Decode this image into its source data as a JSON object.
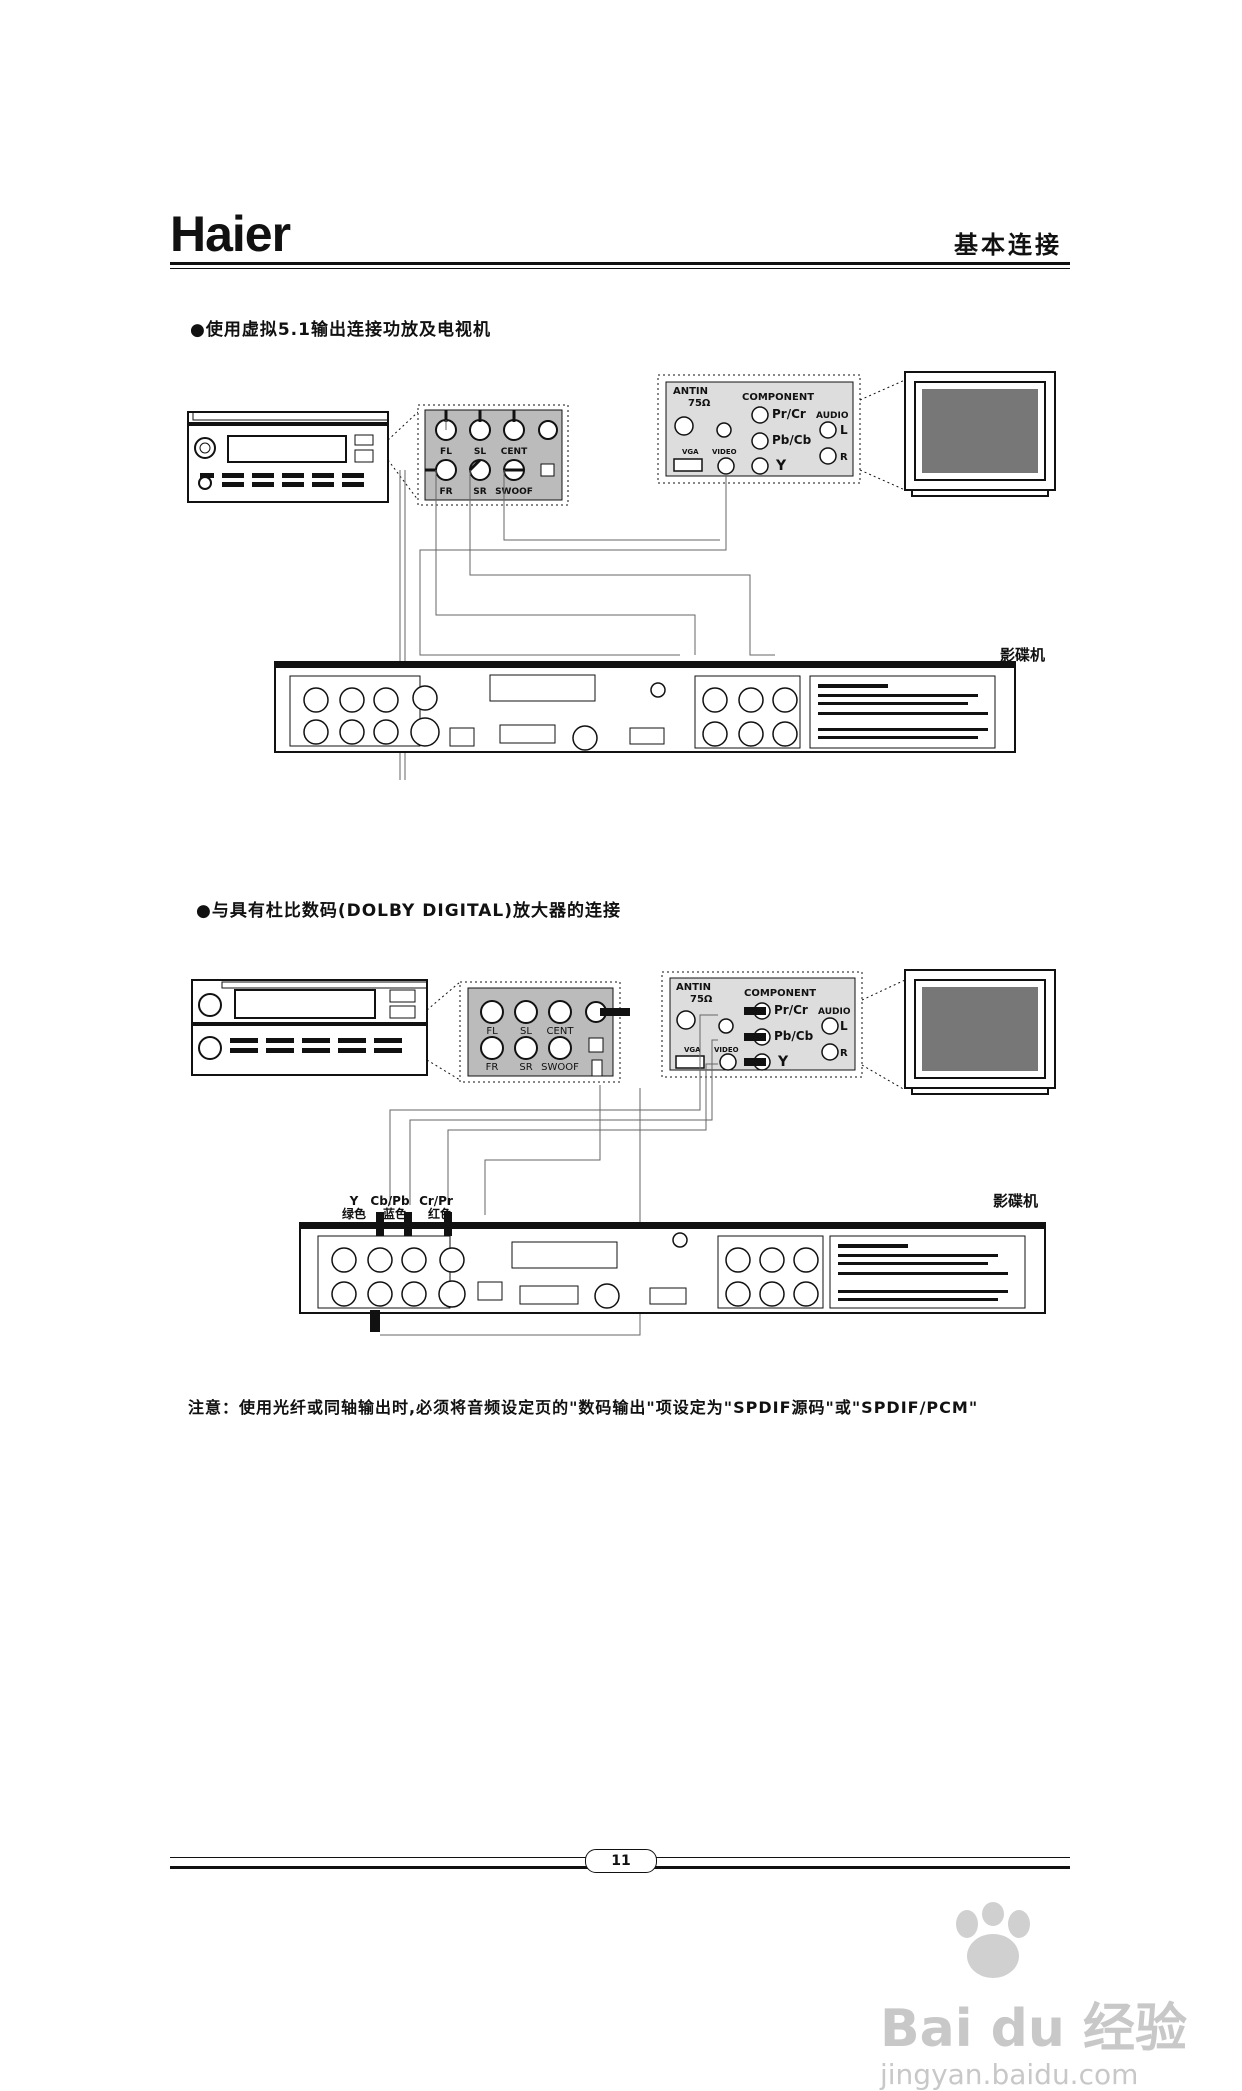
{
  "header": {
    "brand": "Haier",
    "section_title": "基本连接"
  },
  "section1": {
    "heading": "●使用虚拟5.1输出连接功放及电视机",
    "device_label": "影碟机",
    "amp_jacks": [
      "FL",
      "SL",
      "CENT",
      "FR",
      "SR",
      "SWOOF"
    ],
    "tv_panel": {
      "antin": "ANTIN",
      "ohm": "75Ω",
      "component": "COMPONENT",
      "pr": "Pr/Cr",
      "pb": "Pb/Cb",
      "y": "Y",
      "audio": "AUDIO",
      "l": "L",
      "r": "R",
      "video": "VIDEO",
      "vga": "VGA"
    }
  },
  "section2": {
    "heading": "●与具有杜比数码(DOLBY DIGITAL)放大器的连接",
    "device_label": "影碟机",
    "amp_jacks": [
      "FL",
      "SL",
      "CENT",
      "FR",
      "SR",
      "SWOOF"
    ],
    "component_labels": [
      {
        "code": "Y",
        "color": "绿色"
      },
      {
        "code": "Cb/Pb",
        "color": "蓝色"
      },
      {
        "code": "Cr/Pr",
        "color": "红色"
      }
    ],
    "tv_panel": {
      "antin": "ANTIN",
      "ohm": "75Ω",
      "component": "COMPONENT",
      "pr": "Pr/Cr",
      "pb": "Pb/Cb",
      "y": "Y",
      "audio": "AUDIO",
      "l": "L",
      "r": "R",
      "video": "VIDEO",
      "vga": "VGA"
    }
  },
  "note": "注意：使用光纤或同轴输出时,必须将音频设定页的\"数码输出\"项设定为\"SPDIF源码\"或\"SPDIF/PCM\"",
  "footer": {
    "page_number": "11"
  },
  "watermark": {
    "brand": "Bai du 经验",
    "url": "jingyan.baidu.com"
  }
}
